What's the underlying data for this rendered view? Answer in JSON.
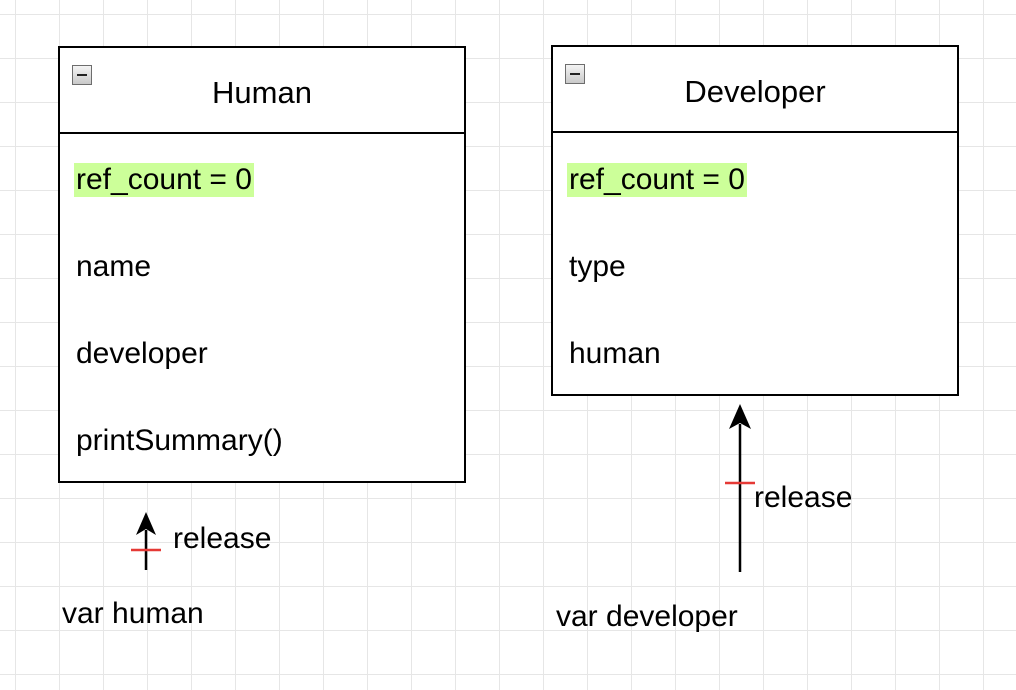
{
  "classes": [
    {
      "title": "Human",
      "ref_count": "ref_count = 0",
      "members": [
        "name",
        "developer",
        "printSummary()"
      ]
    },
    {
      "title": "Developer",
      "ref_count": "ref_count = 0",
      "members": [
        "type",
        "human"
      ]
    }
  ],
  "references": [
    {
      "variable": "var human",
      "action": "release",
      "target": "Human"
    },
    {
      "variable": "var developer",
      "action": "release",
      "target": "Developer"
    }
  ],
  "colors": {
    "highlight": "#ccff99",
    "release_mark": "#e53935",
    "grid": "#e6e6e6"
  }
}
